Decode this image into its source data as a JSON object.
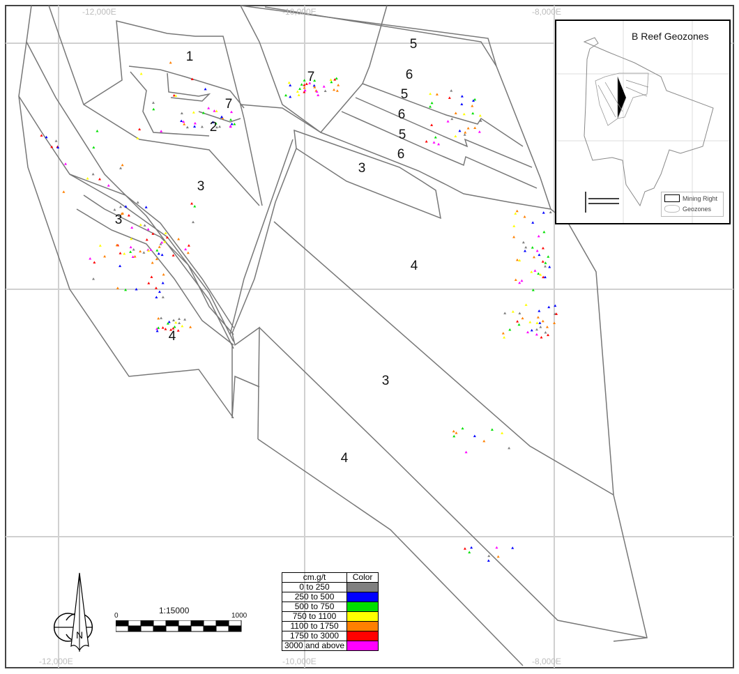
{
  "axes": {
    "top": [
      "-12,000E",
      "-10,000E",
      "-8,000E"
    ],
    "bottom": [
      "-12,000E",
      "-10,000E",
      "-8,000E"
    ]
  },
  "zones": [
    "1",
    "7",
    "2",
    "7",
    "5",
    "6",
    "5",
    "6",
    "5",
    "6",
    "3",
    "3",
    "3",
    "4",
    "4",
    "3",
    "4"
  ],
  "legend": {
    "header_value": "cm.g/t",
    "header_color": "Color",
    "classes": [
      {
        "label": "0 to 250",
        "color": "#808080"
      },
      {
        "label": "250 to 500",
        "color": "#0000ff"
      },
      {
        "label": "500 to 750",
        "color": "#00e000"
      },
      {
        "label": "750 to 1100",
        "color": "#ffff00"
      },
      {
        "label": "1100 to 1750",
        "color": "#ff8000"
      },
      {
        "label": "1750 to 3000",
        "color": "#ff0000"
      },
      {
        "label": "3000 and above",
        "color": "#ff00ff"
      }
    ]
  },
  "scale": {
    "ratio": "1:15000",
    "start": "0",
    "end": "1000"
  },
  "north_arrow": {
    "label": "N"
  },
  "inset": {
    "title": "B Reef Geozones",
    "legend": [
      "Mining Right",
      "Geozones"
    ]
  }
}
